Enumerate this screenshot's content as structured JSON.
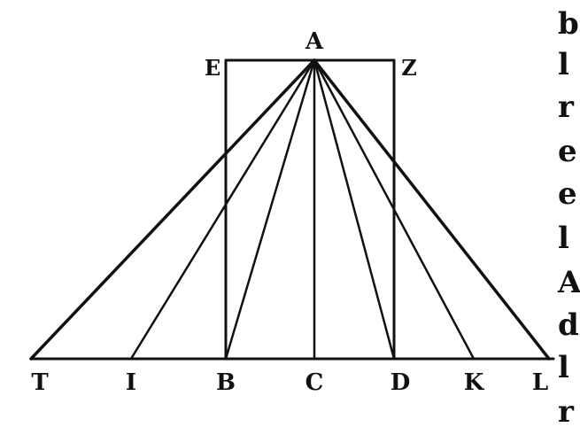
{
  "points": {
    "A": "A",
    "E": "E",
    "Z": "Z",
    "T": "T",
    "I": "I",
    "B": "B",
    "C": "C",
    "D": "D",
    "K": "K",
    "L": "L"
  },
  "right_margin_text": [
    "b",
    "l",
    "r",
    "e",
    "e",
    "l",
    "A",
    "d",
    "l",
    "r"
  ],
  "colors": {
    "ink": "#111111",
    "paper": "#ffffff"
  }
}
